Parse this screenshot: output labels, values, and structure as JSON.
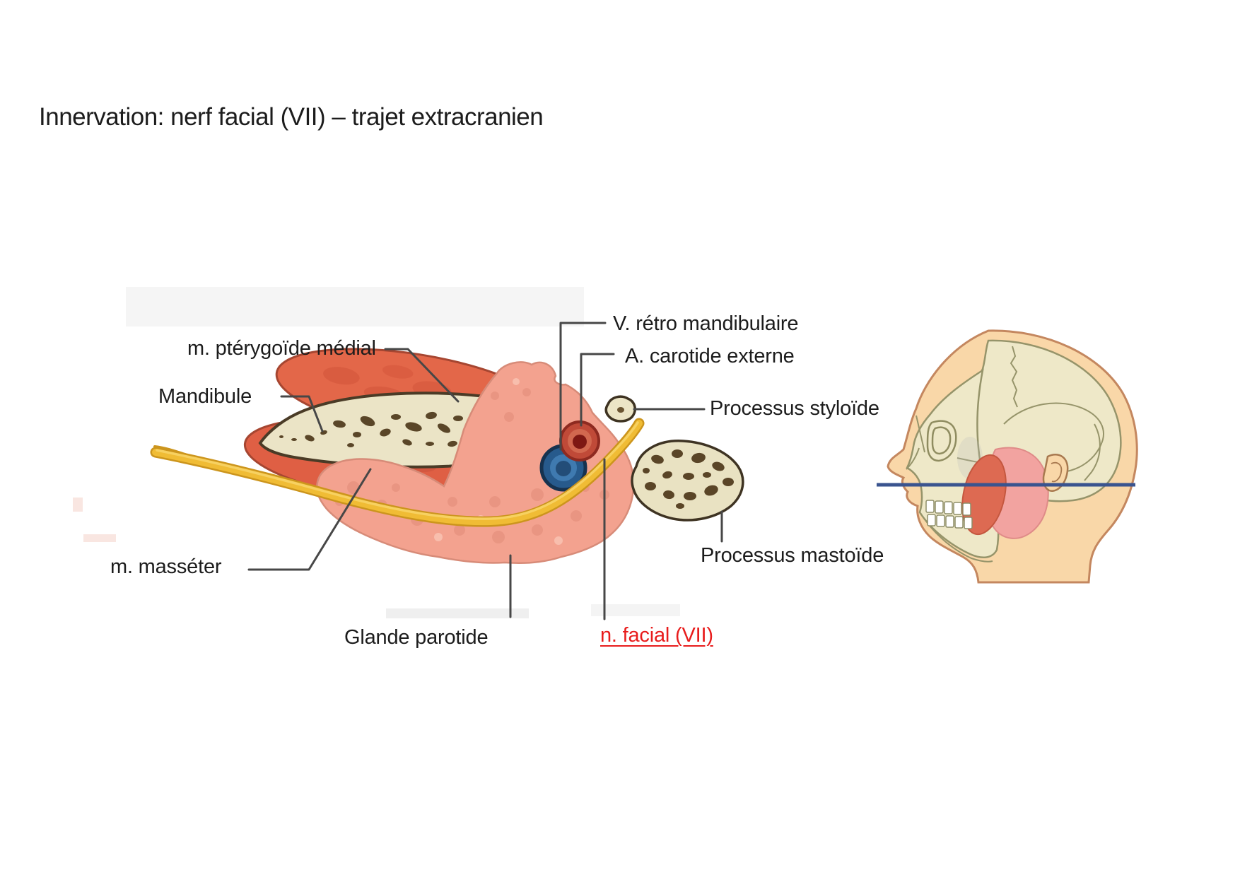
{
  "slide": {
    "title": "Innervation: nerf facial (VII) – trajet extracranien"
  },
  "labels": {
    "pterygoide": "m. ptérygoïde médial",
    "mandibule": "Mandibule",
    "masseter": "m. masséter",
    "glande_parotide": "Glande parotide",
    "v_retro": "V. rétro mandibulaire",
    "a_carotide": "A. carotide externe",
    "styloide": "Processus styloïde",
    "mastoide": "Processus mastoïde",
    "n_facial": "n. facial (VII)"
  },
  "colors": {
    "highlight_red": "#e81c1c",
    "nerve_yellow": "#f0bc35",
    "muscle_red": "#e36749",
    "bone_beige": "#ebe4c6",
    "gland_pink": "#f3a28f",
    "vein_blue": "#275a8c",
    "artery_red": "#b0402f",
    "section_plane_blue": "#3a548f",
    "leader_gray": "#474747"
  }
}
